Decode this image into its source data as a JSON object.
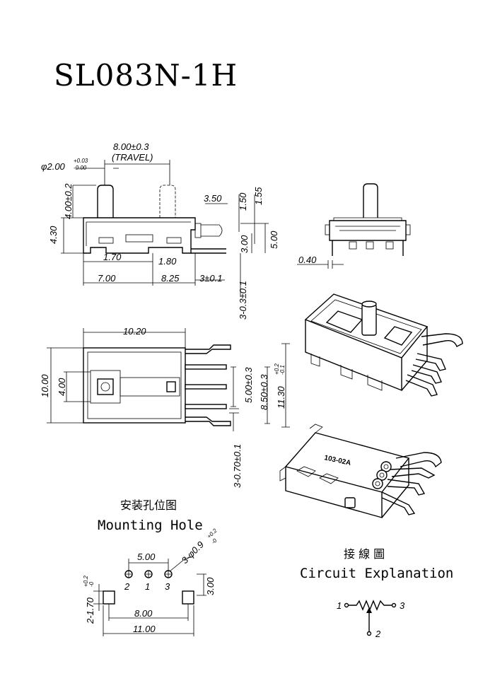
{
  "title": "SL083N-1H",
  "side_view": {
    "travel": "8.00±0.3",
    "travel_note": "(TRAVEL)",
    "stem_dia": "φ2.00",
    "stem_dia_tol_plus": "+0.03",
    "stem_dia_tol_minus": "-0.00",
    "stem_height": "4.00±0.2",
    "body_height": "4.30",
    "d_3_50": "3.50",
    "d_1_50": "1.50",
    "d_1_55": "1.55",
    "d_3_00": "3.00",
    "d_5_00": "5.00",
    "d_1_70": "1.70",
    "d_1_80": "1.80",
    "d_7_00": "7.00",
    "d_8_25": "8.25",
    "d_3_01": "3±0.1",
    "d_pin": "3-0.3±0.1"
  },
  "end_view": {
    "d_0_40": "0.40"
  },
  "top_view": {
    "d_10_20": "10.20",
    "d_10_00": "10.00",
    "d_4_00": "4.00",
    "d_5_00": "5.00±0.3",
    "d_8_50": "8.50±0.3",
    "d_11_30": "11.30",
    "d_11_30_tol_plus": "+0.2",
    "d_11_30_tol_minus": "-0.1",
    "d_pin_w": "3-0.70±0.1"
  },
  "iso_view": {
    "part_marking": "103-02A"
  },
  "mounting": {
    "caption_cn": "安装孔位图",
    "caption": "Mounting Hole",
    "hole_spec": "3-φ0.9",
    "hole_tol_plus": "+0.2",
    "hole_tol_minus": "-0",
    "d_5_00": "5.00",
    "d_3_00": "3.00",
    "d_8_00": "8.00",
    "d_11_00": "11.00",
    "slot_spec": "2-1.70",
    "slot_tol_plus": "+0.2",
    "slot_tol_minus": "-0",
    "pin_2": "2",
    "pin_1": "1",
    "pin_3": "3"
  },
  "circuit": {
    "caption_cn": "接 線 圖",
    "caption": "Circuit Explanation",
    "t1": "1",
    "t2": "2",
    "t3": "3"
  }
}
